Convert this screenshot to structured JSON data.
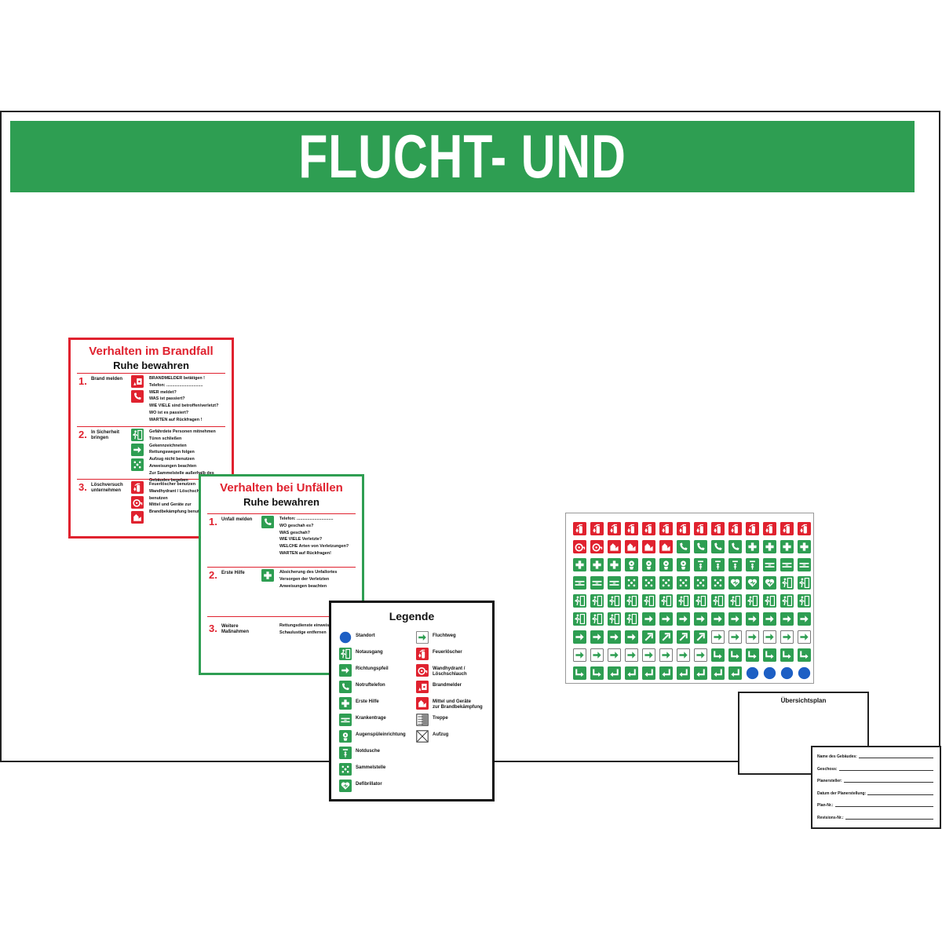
{
  "title": "FLUCHT- UND RETTUNGSPLAN",
  "colors": {
    "green": "#2e9e52",
    "red": "#e0222f",
    "blue": "#1d5fc4",
    "black": "#111111"
  },
  "fire_card": {
    "heading": "Verhalten im Brandfall",
    "subheading": "Ruhe bewahren",
    "sections": [
      {
        "num": "1.",
        "label": "Brand melden",
        "icons": [
          "fire-alarm-icon",
          "fire-phone-icon"
        ],
        "lines": [
          "BRANDMELDER betätigen !",
          "Telefon: ...............................",
          "WER meldet?",
          "WAS ist passiert?",
          "WIE VIELE sind betroffen/verletzt?",
          "WO ist es passiert?",
          "WARTEN auf Rückfragen !"
        ]
      },
      {
        "num": "2.",
        "label": "In Sicherheit bringen",
        "icons": [
          "emergency-exit-icon",
          "direction-arrow-icon",
          "assembly-point-icon"
        ],
        "lines": [
          "Gefährdete Personen mitnehmen",
          "Türen schließen",
          "Gekennzeichneten",
          "Rettungswegen folgen",
          "Aufzug nicht benutzen",
          "Anweisungen beachten",
          "Zur Sammelstelle außerhalb des",
          "Gebäudes begeben"
        ]
      },
      {
        "num": "3.",
        "label": "Löschversuch unternehmen",
        "icons": [
          "fire-extinguisher-icon",
          "fire-hose-icon",
          "firefighting-equipment-icon"
        ],
        "lines": [
          "Feuerlöscher benutzen",
          "Wandhydrant / Löschschlauch benutzen",
          "Mittel und Geräte zur",
          "Brandbekämpfung benutzen"
        ]
      }
    ]
  },
  "accident_card": {
    "heading": "Verhalten bei Unfällen",
    "subheading": "Ruhe bewahren",
    "sections": [
      {
        "num": "1.",
        "label": "Unfall melden",
        "icons": [
          "emergency-phone-icon"
        ],
        "lines": [
          "Telefon: ...............................",
          "WO geschah es?",
          "WAS geschah?",
          "WIE VIELE Verletzte?",
          "WELCHE Arten von Verletzungen?",
          "WARTEN auf Rückfragen!"
        ]
      },
      {
        "num": "2.",
        "label": "Erste Hilfe",
        "icons": [
          "first-aid-icon"
        ],
        "lines": [
          "Absicherung des Unfallortes",
          "Versorgen der Verletzten",
          "Anweisungen beachten"
        ]
      },
      {
        "num": "3.",
        "label": "Weitere Maßnahmen",
        "icons": [],
        "lines": [
          "Rettungsdienste einweisen",
          "Schaulustige entfernen"
        ]
      }
    ]
  },
  "legend": {
    "heading": "Legende",
    "left": [
      {
        "icon": "location-dot-icon",
        "label": "Standort"
      },
      {
        "icon": "emergency-exit-icon",
        "label": "Notausgang"
      },
      {
        "icon": "direction-arrow-icon",
        "label": "Richtungspfeil"
      },
      {
        "icon": "emergency-phone-icon",
        "label": "Notruftelefon"
      },
      {
        "icon": "first-aid-icon",
        "label": "Erste Hilfe"
      },
      {
        "icon": "stretcher-icon",
        "label": "Krankentrage"
      },
      {
        "icon": "eyewash-icon",
        "label": "Augenspüleinrichtung"
      },
      {
        "icon": "emergency-shower-icon",
        "label": "Notdusche"
      },
      {
        "icon": "assembly-point-icon",
        "label": "Sammelstelle"
      },
      {
        "icon": "defibrillator-icon",
        "label": "Defibrillator"
      }
    ],
    "right": [
      {
        "icon": "escape-route-arrow-icon",
        "label": "Fluchtweg"
      },
      {
        "icon": "fire-extinguisher-icon",
        "label": "Feuerlöscher"
      },
      {
        "icon": "fire-hose-icon",
        "label": "Wandhydrant /\nLöschschlauch"
      },
      {
        "icon": "fire-alarm-icon",
        "label": "Brandmelder"
      },
      {
        "icon": "firefighting-equipment-icon",
        "label": "Mittel und Geräte\nzur Brandbekämpfung"
      },
      {
        "icon": "stairs-icon",
        "label": "Treppe"
      },
      {
        "icon": "elevator-icon",
        "label": "Aufzug"
      }
    ]
  },
  "sticker_sheet": {
    "rows": [
      [
        "fire-extinguisher-icon",
        "fire-extinguisher-icon",
        "fire-extinguisher-icon",
        "fire-extinguisher-icon",
        "fire-extinguisher-icon",
        "fire-extinguisher-icon",
        "fire-extinguisher-icon",
        "fire-extinguisher-icon",
        "fire-extinguisher-icon",
        "fire-extinguisher-icon",
        "fire-extinguisher-icon",
        "fire-extinguisher-icon",
        "fire-extinguisher-icon",
        "fire-extinguisher-icon"
      ],
      [
        "fire-hose-icon",
        "fire-hose-icon",
        "firefighting-equipment-icon",
        "firefighting-equipment-icon",
        "firefighting-equipment-icon",
        "firefighting-equipment-icon",
        "emergency-phone-icon",
        "emergency-phone-icon",
        "emergency-phone-icon",
        "emergency-phone-icon",
        "first-aid-icon",
        "first-aid-icon",
        "first-aid-icon",
        "first-aid-icon"
      ],
      [
        "first-aid-icon",
        "first-aid-icon",
        "first-aid-icon",
        "eyewash-icon",
        "eyewash-icon",
        "eyewash-icon",
        "eyewash-icon",
        "emergency-shower-icon",
        "emergency-shower-icon",
        "emergency-shower-icon",
        "emergency-shower-icon",
        "stretcher-icon",
        "stretcher-icon",
        "stretcher-icon"
      ],
      [
        "stretcher-icon",
        "stretcher-icon",
        "stretcher-icon",
        "assembly-point-icon",
        "assembly-point-icon",
        "assembly-point-icon",
        "assembly-point-icon",
        "assembly-point-icon",
        "assembly-point-icon",
        "defibrillator-icon",
        "defibrillator-icon",
        "defibrillator-icon",
        "emergency-exit-icon",
        "emergency-exit-icon"
      ],
      [
        "emergency-exit-icon",
        "emergency-exit-icon",
        "emergency-exit-icon",
        "emergency-exit-icon",
        "emergency-exit-icon",
        "emergency-exit-icon",
        "emergency-exit-icon",
        "emergency-exit-icon",
        "emergency-exit-icon",
        "emergency-exit-icon",
        "emergency-exit-icon",
        "emergency-exit-icon",
        "emergency-exit-icon",
        "emergency-exit-icon"
      ],
      [
        "emergency-exit-icon",
        "emergency-exit-icon",
        "emergency-exit-icon",
        "emergency-exit-icon",
        "direction-arrow-icon",
        "direction-arrow-icon",
        "direction-arrow-icon",
        "direction-arrow-icon",
        "direction-arrow-icon",
        "direction-arrow-icon",
        "direction-arrow-icon",
        "direction-arrow-icon",
        "direction-arrow-icon",
        "direction-arrow-icon"
      ],
      [
        "direction-arrow-icon",
        "direction-arrow-icon",
        "direction-arrow-icon",
        "direction-arrow-icon",
        "diagonal-arrow-icon",
        "diagonal-arrow-icon",
        "diagonal-arrow-icon",
        "diagonal-arrow-icon",
        "escape-route-arrow-icon",
        "escape-route-arrow-icon",
        "escape-route-arrow-icon",
        "escape-route-arrow-icon",
        "escape-route-arrow-icon",
        "escape-route-arrow-icon"
      ],
      [
        "escape-route-arrow-icon",
        "escape-route-arrow-icon",
        "escape-route-arrow-icon",
        "escape-route-arrow-icon",
        "escape-route-arrow-icon",
        "escape-route-arrow-icon",
        "escape-route-arrow-icon",
        "escape-route-arrow-icon",
        "turn-down-arrow-icon",
        "turn-down-arrow-icon",
        "turn-down-arrow-icon",
        "turn-down-arrow-icon",
        "turn-down-arrow-icon",
        "turn-down-arrow-icon"
      ],
      [
        "turn-down-arrow-icon",
        "turn-down-arrow-icon",
        "turn-left-arrow-icon",
        "turn-left-arrow-icon",
        "turn-left-arrow-icon",
        "turn-left-arrow-icon",
        "turn-left-arrow-icon",
        "turn-left-arrow-icon",
        "turn-left-arrow-icon",
        "turn-left-arrow-icon",
        "location-dot-icon",
        "location-dot-icon",
        "location-dot-icon",
        "location-dot-icon"
      ]
    ]
  },
  "overview": {
    "title": "Übersichtsplan"
  },
  "info_box": {
    "fields": [
      "Name des Gebäudes:",
      "Geschoss:",
      "Planersteller:",
      "Datum der Planerstellung:",
      "Plan-Nr.:",
      "Revisions-Nr.:"
    ]
  }
}
